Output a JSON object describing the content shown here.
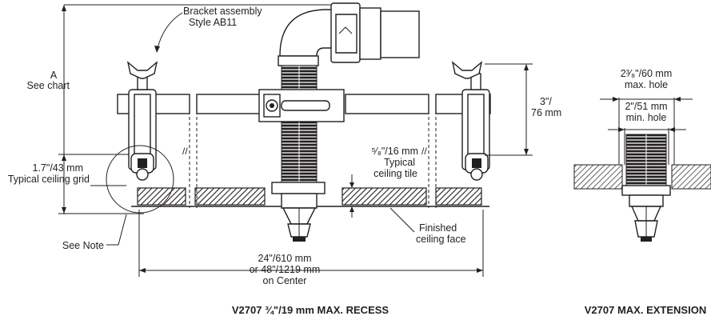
{
  "labels": {
    "bracket_line1": "Bracket assembly",
    "bracket_line2": "Style AB11",
    "a_line1": "A",
    "a_line2": "See chart",
    "grid_line1": "1.7\"/43 mm",
    "grid_line2": "Typical ceiling grid",
    "see_note": "See Note",
    "tile_line1": "⁵⁄₈\"/16 mm",
    "tile_line2": "Typical",
    "tile_line3": "ceiling tile",
    "finished_line1": "Finished",
    "finished_line2": "ceiling face",
    "three_in_line1": "3\"/",
    "three_in_line2": "76 mm",
    "span_line1": "24\"/610 mm",
    "span_line2": "or 48\"/1219 mm",
    "span_line3": "on Center",
    "max_hole_line1": "2³⁄₈\"/60 mm",
    "max_hole_line2": "max. hole",
    "min_hole_line1": "2\"/51 mm",
    "min_hole_line2": "min. hole"
  },
  "captions": {
    "left": "V2707 ¾\"/19 mm MAX. RECESS",
    "right": "V2707 MAX. EXTENSION"
  }
}
